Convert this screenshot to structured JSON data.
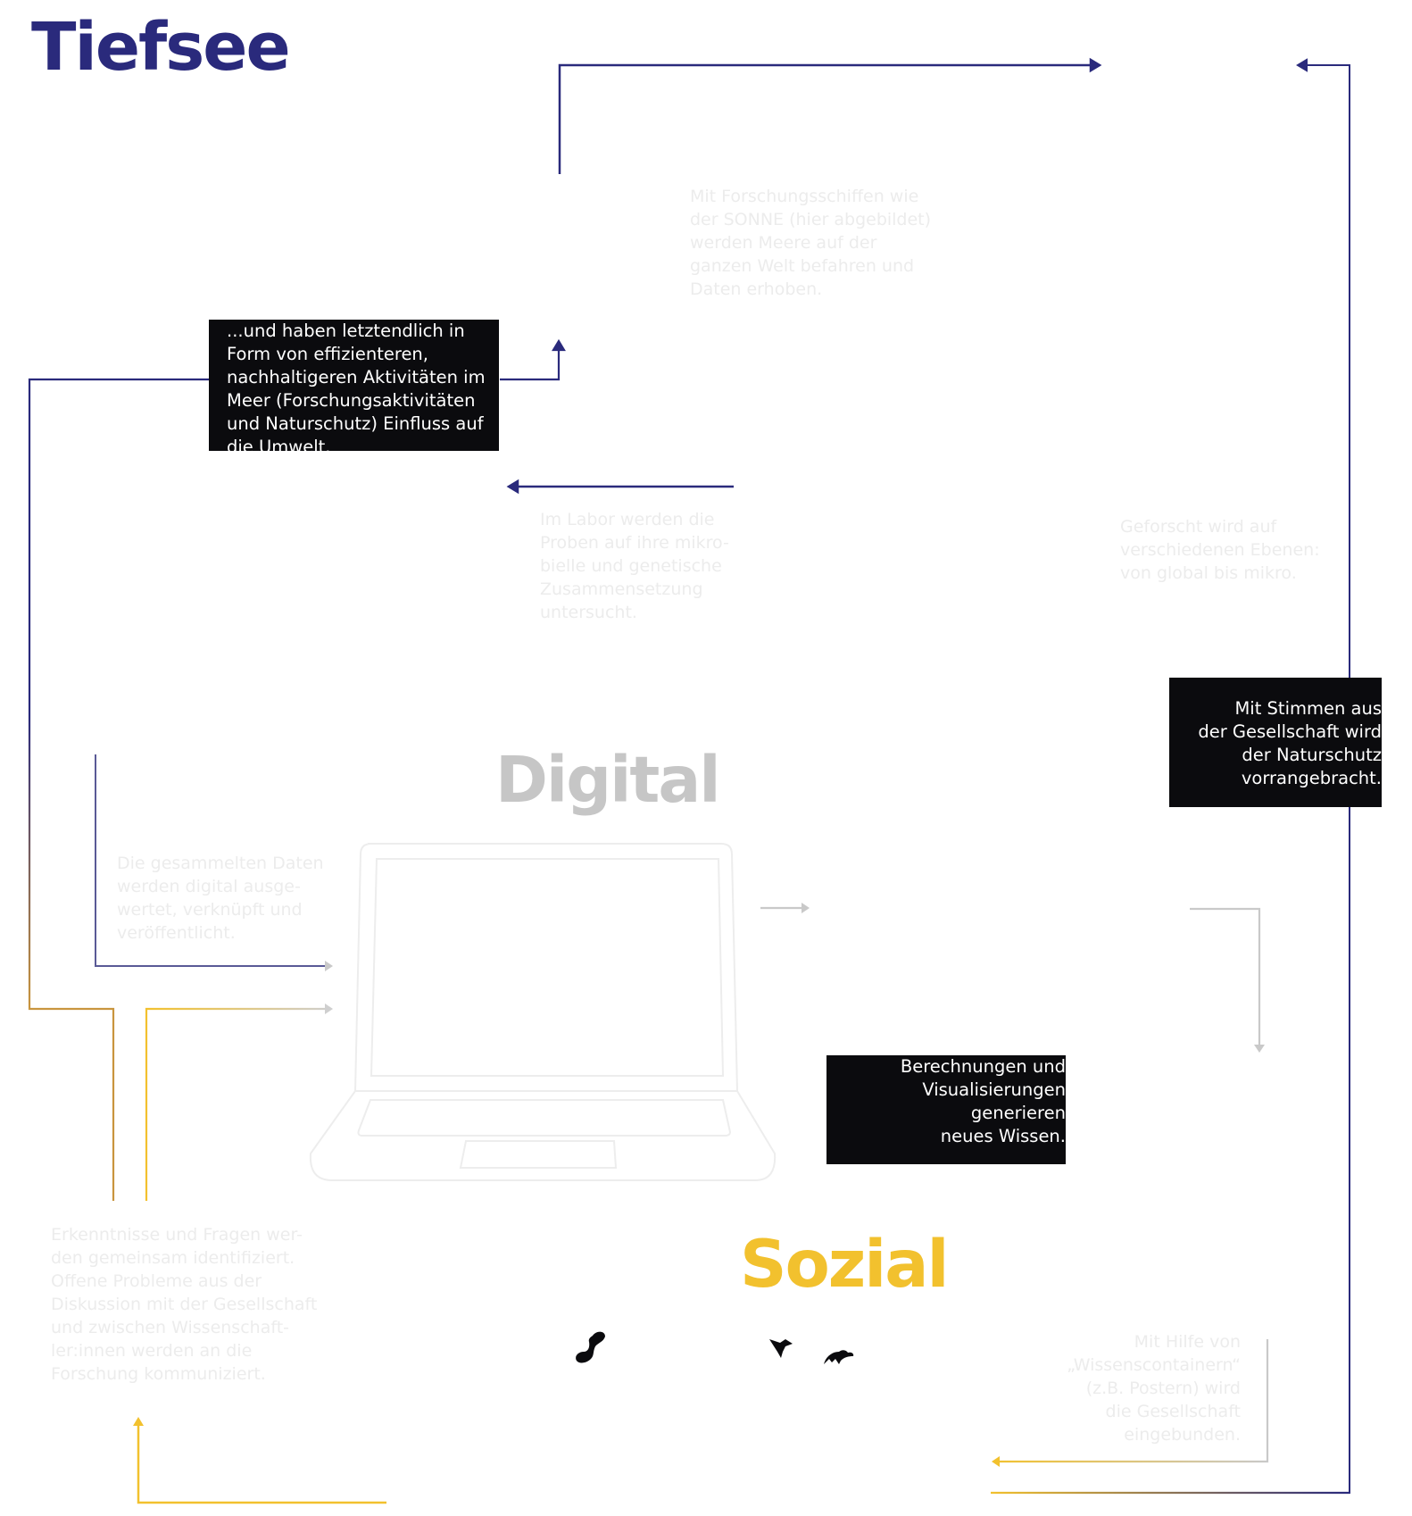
{
  "headings": {
    "tiefsee": "Tiefsee",
    "digital": "Digital",
    "sozial": "Sozial"
  },
  "colors": {
    "navy": "#2a2a7c",
    "yellow": "#f2c12e",
    "gray": "#c9c9c9",
    "box_bg": "#0b0b0e"
  },
  "faint_text": {
    "ship": "Mit Forschungsschiffen wie\nder SONNE (hier abgebildet)\nwerden Meere auf der\nganzen Welt befahren und\nDaten erhoben.",
    "lab": "Im Labor werden die\nProben auf ihre mikro-\nbielle und genetische\nZusammensetzung\nuntersucht.",
    "levels": "Geforscht wird auf\nverschiedenen Ebenen:\nvon global bis mikro.",
    "data": "Die gesammelten Daten\nwerden digital ausge-\nwertet, verknüpft und\nveröffentlicht.",
    "insights": "Erkenntnisse und Fragen wer-\nden gemeinsam identifiziert.\nOffene Probleme aus der\nDiskussion mit der Gesellschaft\nund zwischen Wissenschaft-\nler:innen werden an die\nForschung kommuniziert.",
    "containers": "Mit Hilfe von\n„Wissenscontainern“\n(z.B. Postern) wird\ndie Gesellschaft\neingebunden."
  },
  "boxes": {
    "impact": "...und haben letztendlich in\n Form von effizienteren,\n nachhaltigeren Aktivitäten im\n Meer (Forschungsaktivitäten\n und Naturschutz) Einfluss auf\n die Umwelt.",
    "voices": "Mit Stimmen aus\nder Gesellschaft wird\nder Naturschutz\nvorrangebracht.",
    "calc": "Berechnungen und\nVisualisierungen generieren\nneues Wissen."
  },
  "icons": [
    "laptop-icon",
    "worm-icon",
    "bird-icon",
    "bat-icon"
  ]
}
